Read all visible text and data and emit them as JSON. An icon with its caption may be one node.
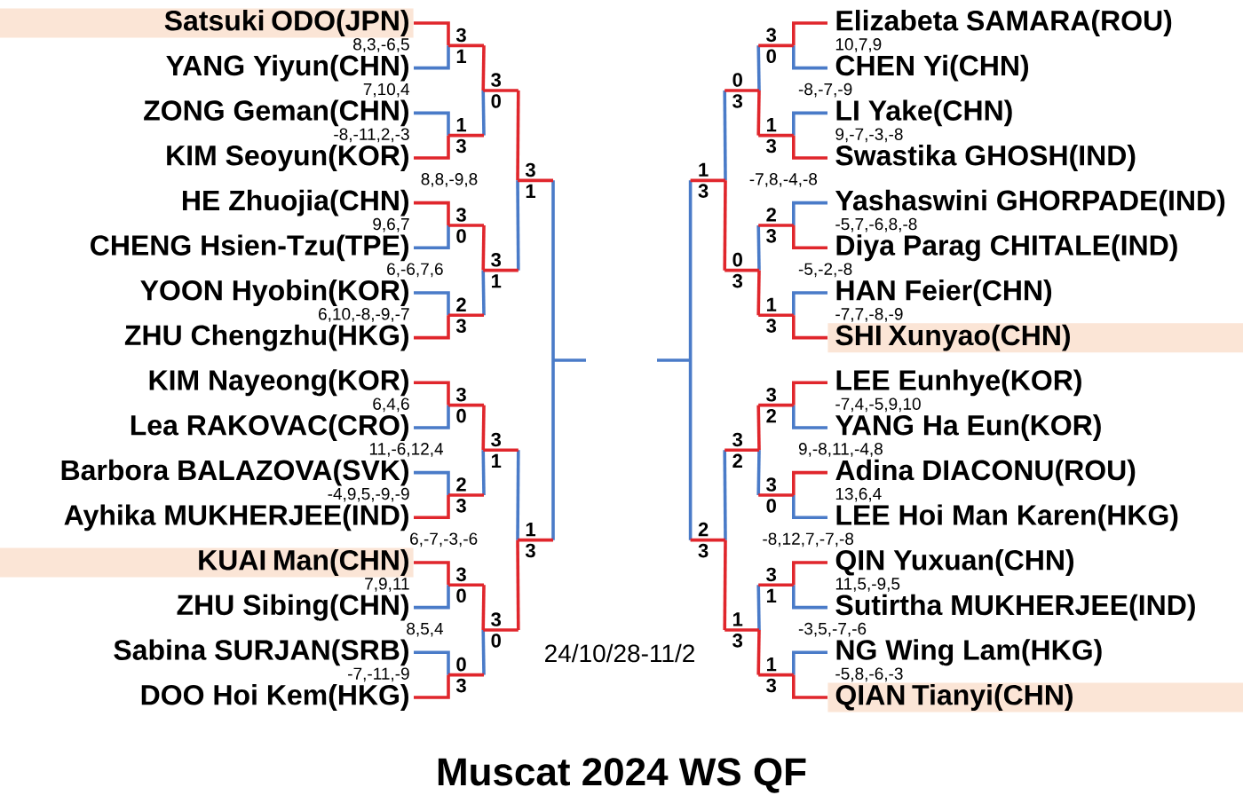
{
  "diagram": {
    "title": "Muscat 2024 WS QF",
    "nodes": [
      {
        "text": [
          "Satsuki ODO(JPN)"
        ]
      },
      {
        "text": [
          "YANG Yiyun(CHN)"
        ]
      },
      {
        "text": [
          "ZONG Geman(CHN)"
        ]
      },
      {
        "text": [
          "KIM Seoyun(KOR)"
        ]
      },
      {
        "text": [
          "HE Zhuojia(CHN)"
        ]
      },
      {
        "text": [
          "CHENG Hsien-Tzu(TPE)"
        ]
      },
      {
        "text": [
          "YOON Hyobin(KOR)"
        ]
      },
      {
        "text": [
          "ZHU Chengzhu(HKG)"
        ]
      },
      {
        "text": [
          "KIM Nayeong(KOR)"
        ]
      },
      {
        "text": [
          "Lea RAKOVAC(CRO)"
        ]
      },
      {
        "text": [
          "Barbora BALAZOVA(SVK)"
        ]
      },
      {
        "text": [
          "Ayhika MUKHERJEE(IND)"
        ]
      },
      {
        "text": [
          "KUAI Man(CHN)"
        ]
      },
      {
        "text": [
          "ZHU Sibing(CHN)"
        ]
      },
      {
        "text": [
          "Sabina SURJAN(SRB)"
        ]
      },
      {
        "text": [
          "DOO Hoi Kem(HKG)"
        ]
      },
      {
        "text": [
          "Elizabeta SAMARA(ROU)"
        ]
      },
      {
        "text": [
          "CHEN Yi(CHN)"
        ]
      },
      {
        "text": [
          "LI Yake(CHN)"
        ]
      },
      {
        "text": [
          "Swastika GHOSH(IND)"
        ]
      },
      {
        "text": [
          "Yashaswini GHORPADE(IND)"
        ]
      },
      {
        "text": [
          "Diya Parag CHITALE(IND)"
        ]
      },
      {
        "text": [
          "HAN Feier(CHN)"
        ]
      },
      {
        "text": [
          "SHI Xunyao(CHN)"
        ]
      },
      {
        "text": [
          "LEE Eunhye(KOR)"
        ]
      },
      {
        "text": [
          "YANG Ha Eun(KOR)"
        ]
      },
      {
        "text": [
          "Adina DIACONU(ROU)"
        ]
      },
      {
        "text": [
          "LEE Hoi Man Karen(HKG)"
        ]
      },
      {
        "text": [
          "QIN Yuxuan(CHN)"
        ]
      },
      {
        "text": [
          "Sutirtha MUKHERJEE(IND)"
        ]
      },
      {
        "text": [
          "NG Wing Lam(HKG)"
        ]
      },
      {
        "text": [
          "QIAN Tianyi(CHN)"
        ]
      },
      {
        "text": [
          "3",
          "1"
        ]
      },
      {
        "text": [
          "1",
          "3"
        ]
      },
      {
        "text": [
          "3",
          "0"
        ]
      },
      {
        "text": [
          "2",
          "3"
        ]
      },
      {
        "text": [
          "3",
          "0"
        ]
      },
      {
        "text": [
          "2",
          "3"
        ]
      },
      {
        "text": [
          "3",
          "0"
        ]
      },
      {
        "text": [
          "0",
          "3"
        ]
      },
      {
        "text": [
          "3",
          "0"
        ]
      },
      {
        "text": [
          "3",
          "1"
        ]
      },
      {
        "text": [
          "3",
          "1"
        ]
      },
      {
        "text": [
          "3",
          "0"
        ]
      },
      {
        "text": [
          "3",
          "1"
        ]
      },
      {
        "text": [
          "1",
          "3"
        ]
      },
      {
        "text": [
          "3",
          "0"
        ]
      },
      {
        "text": [
          "1",
          "3"
        ]
      },
      {
        "text": [
          "2",
          "3"
        ]
      },
      {
        "text": [
          "1",
          "3"
        ]
      },
      {
        "text": [
          "3",
          "2"
        ]
      },
      {
        "text": [
          "3",
          "0"
        ]
      },
      {
        "text": [
          "3",
          "1"
        ]
      },
      {
        "text": [
          "1",
          "3"
        ]
      },
      {
        "text": [
          "0",
          "3"
        ]
      },
      {
        "text": [
          "0",
          "3"
        ]
      },
      {
        "text": [
          "3",
          "2"
        ]
      },
      {
        "text": [
          "1",
          "3"
        ]
      },
      {
        "text": [
          "1",
          "3"
        ]
      },
      {
        "text": [
          "2",
          "3"
        ]
      }
    ],
    "edges": [
      {
        "from": 0,
        "to": 32,
        "arrow": "none",
        "color": "#e0262c"
      },
      {
        "from": 1,
        "to": 32,
        "arrow": "none"
      },
      {
        "from": 2,
        "to": 33,
        "arrow": "none"
      },
      {
        "from": 3,
        "to": 33,
        "arrow": "none",
        "color": "#e0262c"
      },
      {
        "from": 4,
        "to": 34,
        "arrow": "none",
        "color": "#e0262c"
      },
      {
        "from": 5,
        "to": 34,
        "arrow": "none"
      },
      {
        "from": 6,
        "to": 35,
        "arrow": "none"
      },
      {
        "from": 7,
        "to": 35,
        "arrow": "none",
        "color": "#e0262c"
      },
      {
        "from": 8,
        "to": 36,
        "arrow": "none",
        "color": "#e0262c"
      },
      {
        "from": 9,
        "to": 36,
        "arrow": "none"
      },
      {
        "from": 10,
        "to": 37,
        "arrow": "none"
      },
      {
        "from": 11,
        "to": 37,
        "arrow": "none",
        "color": "#e0262c"
      },
      {
        "from": 12,
        "to": 38,
        "arrow": "none",
        "color": "#e0262c"
      },
      {
        "from": 13,
        "to": 38,
        "arrow": "none"
      },
      {
        "from": 14,
        "to": 39,
        "arrow": "none"
      },
      {
        "from": 15,
        "to": 39,
        "arrow": "none",
        "color": "#e0262c"
      },
      {
        "from": 16,
        "to": 46,
        "arrow": "none",
        "color": "#e0262c"
      },
      {
        "from": 17,
        "to": 46,
        "arrow": "none"
      },
      {
        "from": 18,
        "to": 47,
        "arrow": "none"
      },
      {
        "from": 19,
        "to": 47,
        "arrow": "none",
        "color": "#e0262c"
      },
      {
        "from": 20,
        "to": 48,
        "arrow": "none"
      },
      {
        "from": 21,
        "to": 48,
        "arrow": "none",
        "color": "#e0262c"
      },
      {
        "from": 22,
        "to": 49,
        "arrow": "none"
      },
      {
        "from": 23,
        "to": 49,
        "arrow": "none",
        "color": "#e0262c"
      },
      {
        "from": 24,
        "to": 50,
        "arrow": "none",
        "color": "#e0262c"
      },
      {
        "from": 25,
        "to": 50,
        "arrow": "none"
      },
      {
        "from": 26,
        "to": 51,
        "arrow": "none",
        "color": "#e0262c"
      },
      {
        "from": 27,
        "to": 51,
        "arrow": "none"
      },
      {
        "from": 28,
        "to": 52,
        "arrow": "none",
        "color": "#e0262c"
      },
      {
        "from": 29,
        "to": 52,
        "arrow": "none"
      },
      {
        "from": 30,
        "to": 53,
        "arrow": "none"
      },
      {
        "from": 31,
        "to": 53,
        "arrow": "none",
        "color": "#e0262c"
      },
      {
        "from": 32,
        "to": 40,
        "arrow": "none",
        "color": "#e0262c"
      },
      {
        "from": 33,
        "to": 40,
        "arrow": "none"
      },
      {
        "from": 34,
        "to": 41,
        "arrow": "none",
        "color": "#e0262c"
      },
      {
        "from": 35,
        "to": 41,
        "arrow": "none"
      },
      {
        "from": 36,
        "to": 42,
        "arrow": "none",
        "color": "#e0262c"
      },
      {
        "from": 37,
        "to": 42,
        "arrow": "none"
      },
      {
        "from": 38,
        "to": 43,
        "arrow": "none",
        "color": "#e0262c"
      },
      {
        "from": 39,
        "to": 43,
        "arrow": "none"
      },
      {
        "from": 46,
        "to": 54,
        "arrow": "none"
      },
      {
        "from": 47,
        "to": 54,
        "arrow": "none",
        "color": "#e0262c"
      },
      {
        "from": 48,
        "to": 55,
        "arrow": "none"
      },
      {
        "from": 49,
        "to": 55,
        "arrow": "none",
        "color": "#e0262c"
      },
      {
        "from": 50,
        "to": 56,
        "arrow": "none",
        "color": "#e0262c"
      },
      {
        "from": 51,
        "to": 56,
        "arrow": "none"
      },
      {
        "from": 52,
        "to": 57,
        "arrow": "none"
      },
      {
        "from": 53,
        "to": 57,
        "arrow": "none",
        "color": "#e0262c"
      },
      {
        "from": 40,
        "to": 44,
        "arrow": "none",
        "color": "#e0262c"
      },
      {
        "from": 41,
        "to": 44,
        "arrow": "none"
      },
      {
        "from": 42,
        "to": 45,
        "arrow": "none"
      },
      {
        "from": 43,
        "to": 45,
        "arrow": "none",
        "color": "#e0262c"
      },
      {
        "from": 54,
        "to": 58,
        "arrow": "none"
      },
      {
        "from": 55,
        "to": 58,
        "arrow": "none",
        "color": "#e0262c"
      },
      {
        "from": 56,
        "to": 59,
        "arrow": "none"
      },
      {
        "from": 57,
        "to": 59,
        "arrow": "none",
        "color": "#e0262c"
      },
      {
        "from": 44,
        "to": 45,
        "arrow": "none"
      },
      {
        "from": 58,
        "to": 59,
        "arrow": "none"
      }
    ],
    "labels": [
      "8,3,-6,5",
      "7,10,4",
      "-8,-11,2,-3",
      "8,8,-9,8",
      "9,6,7",
      "6,-6,7,6",
      "6,10,-8,-9,-7",
      "6,4,6",
      "11,-6,12,4",
      "-4,9,5,-9,-9",
      "6,-7,-3,-6",
      "7,9,11",
      "8,5,4",
      "-7,-11,-9",
      "10,7,9",
      "-8,-7,-9",
      "9,-7,-3,-8",
      "-7,8,-4,-8",
      "-5,7,-6,8,-8",
      "-5,-2,-8",
      "-7,7,-8,-9",
      "-7,4,-5,9,10",
      "9,-8,11,-4,8",
      "13,6,4",
      "-8,12,7,-7,-8",
      "11,5,-9,5",
      "-3,5,-7,-6",
      "-5,8,-6,-3",
      "24/10/28-11/2"
    ]
  }
}
